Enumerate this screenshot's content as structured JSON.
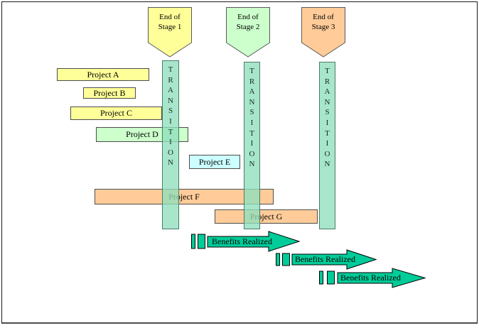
{
  "diagram": {
    "stages": [
      {
        "label": "End of\nStage 1",
        "color": "#FFFF99"
      },
      {
        "label": "End of\nStage 2",
        "color": "#CCFFCC"
      },
      {
        "label": "End of\nStage 3",
        "color": "#FFCC99"
      }
    ],
    "transition": {
      "label": "TRANSITION",
      "fill": "rgba(142,223,187,0.78)",
      "border": "#4a7c68"
    },
    "projects": [
      {
        "label": "Project A",
        "color": "#FFFF99"
      },
      {
        "label": "Project B",
        "color": "#FFFF99"
      },
      {
        "label": "Project C",
        "color": "#FFFF99"
      },
      {
        "label": "Project D",
        "color": "#CCFFCC"
      },
      {
        "label": "Project E",
        "color": "#CCFFFF"
      },
      {
        "label": "Project F",
        "color": "#FFCC99"
      },
      {
        "label": "Project G",
        "color": "#FFCC99"
      }
    ],
    "benefits": {
      "color": "#00CC99",
      "items": [
        {
          "label": "Benefits Realized"
        },
        {
          "label": "Benefits Realized"
        },
        {
          "label": "Benefits Realized"
        }
      ]
    }
  }
}
